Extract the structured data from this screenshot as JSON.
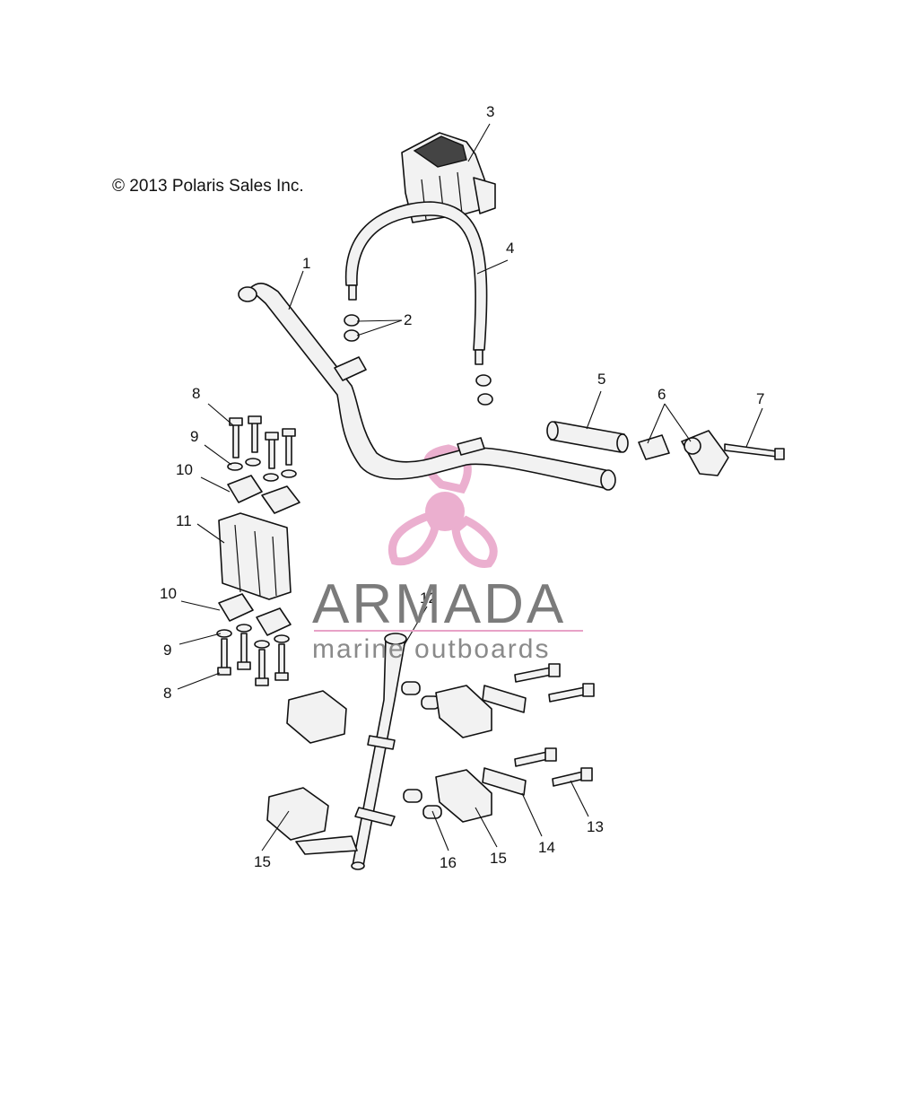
{
  "copyright": "© 2013 Polaris Sales Inc.",
  "watermark": {
    "brand": "ARMADA",
    "tagline": "marine outboards",
    "accent_color": "#e8a2c7",
    "icon": "propeller-logo"
  },
  "callouts": [
    "1",
    "2",
    "3",
    "4",
    "5",
    "6",
    "7",
    "8",
    "9",
    "10",
    "11",
    "10",
    "9",
    "8",
    "12",
    "13",
    "14",
    "15",
    "16",
    "15"
  ]
}
